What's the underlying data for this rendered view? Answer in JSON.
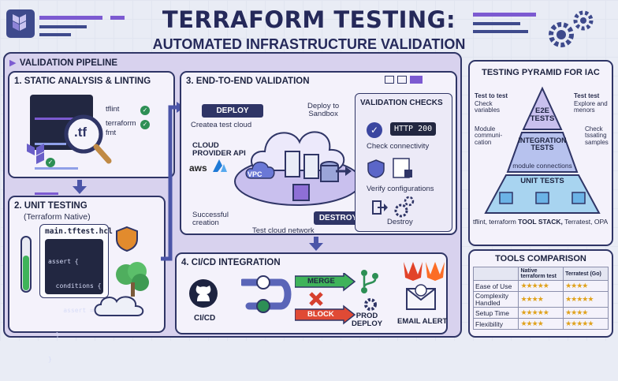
{
  "title": "TERRAFORM TESTING:",
  "subtitle": "AUTOMATED INFRASTRUCTURE VALIDATION",
  "pipeline": {
    "label": "VALIDATION PIPELINE",
    "static": {
      "title": "1. STATIC ANALYSIS & LINTING",
      "file": ".tf",
      "tool1": "tflint",
      "tool2": "terraform",
      "tool2b": "fmt"
    },
    "unit": {
      "title": "2. UNIT TESTING",
      "sub": "(Terraform Native)",
      "file": "main.tftest.hcl",
      "code": [
        "assert {",
        "  conditions {",
        "    assert ==",
        "  }",
        "}"
      ]
    },
    "e2e": {
      "title": "3. END-TO-END VALIDATION",
      "deploy": "DEPLOY",
      "create": "Createa test cloud",
      "sandbox": "Deploy to\nSandbox",
      "provider": "CLOUD\nPROVIDER API",
      "aws": "aws",
      "vpc": "VPC",
      "success": "Successful\ncreation",
      "network": "Test cloud network",
      "destroy": "DESTROY"
    },
    "checks": {
      "title": "VALIDATION CHECKS",
      "http": "HTTP 200",
      "c1": "Check connectivity",
      "c2": "Verify configurations",
      "c3": "Destroy"
    },
    "cicd": {
      "title": "4. CI/CD INTEGRATION",
      "gh": "CI/CD",
      "merge": "MERGE",
      "block": "BLOCK",
      "prod": "PROD\nDEPLOY",
      "email": "EMAIL ALERT"
    }
  },
  "pyramid": {
    "title": "TESTING PYRAMID FOR IAC",
    "e2e": "E2E\nTESTS",
    "integration": "INTEGRATION\nTESTS",
    "module": "module connections",
    "unit": "UNIT TESTS",
    "l1a": "Test to test",
    "l1b": "Check\nvariables",
    "r1a": "Test test",
    "r1b": "Explore and\nmenors",
    "l2": "Module\ncommuni-\ncation",
    "r2": "Check\ntssating\nsamples",
    "stack_pre": "tflint, terraform",
    "stack_mid": "TOOL STACK,",
    "stack_post": "Terratest, OPA"
  },
  "tools": {
    "title": "TOOLS COMPARISON",
    "cols": [
      "",
      "Native\nterraform test",
      "Terratest (Go)"
    ],
    "rows": [
      {
        "label": "Ease of Use",
        "a": "★★★★★",
        "b": "★★★★"
      },
      {
        "label": "Complexity\nHandled",
        "a": "★★★★",
        "b": "★★★★★"
      },
      {
        "label": "Setup Time",
        "a": "★★★★★",
        "b": "★★★★"
      },
      {
        "label": "Flexibility",
        "a": "★★★★",
        "b": "★★★★★"
      }
    ]
  },
  "colors": {
    "accent": "#2f3566",
    "lilac": "#d8d2ee",
    "green": "#2d8f55",
    "red": "#d6402f",
    "purple": "#7c5ad1"
  }
}
